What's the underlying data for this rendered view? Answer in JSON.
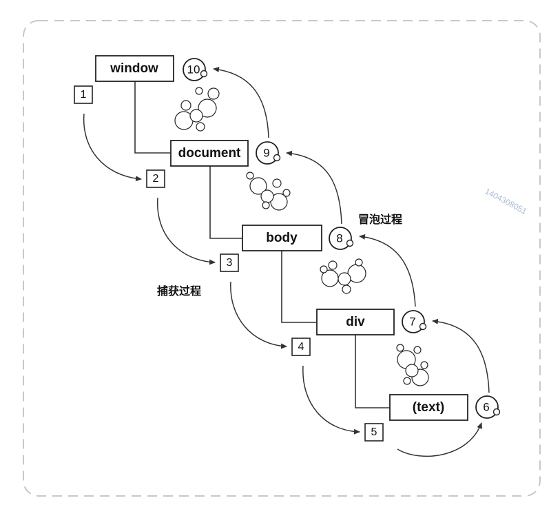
{
  "nodes": {
    "window": "window",
    "document": "document",
    "body": "body",
    "div": "div",
    "text": "(text)"
  },
  "capture_steps": [
    "1",
    "2",
    "3",
    "4",
    "5"
  ],
  "bubble_steps": [
    "6",
    "7",
    "8",
    "9",
    "10"
  ],
  "labels": {
    "capture_phase": "捕获过程",
    "bubble_phase": "冒泡过程"
  },
  "watermark": "1404308051"
}
